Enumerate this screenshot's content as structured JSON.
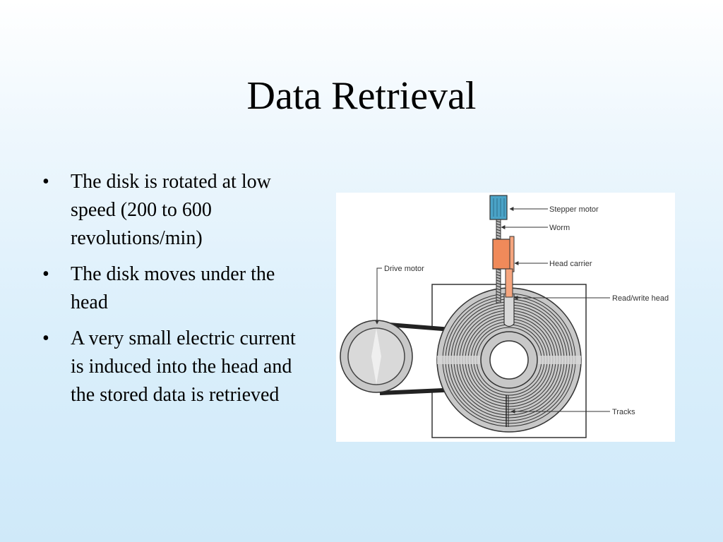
{
  "slide": {
    "title": "Data Retrieval",
    "bullet_symbol": "•",
    "bullets": [
      "The disk is rotated at low speed (200 to 600 revolutions/min)",
      "The disk moves under the head",
      "A very small electric current is induced into the head and the stored data is retrieved"
    ]
  },
  "diagram": {
    "labels": {
      "stepper_motor": "Stepper motor",
      "worm": "Worm",
      "head_carrier": "Head carrier",
      "drive_motor": "Drive motor",
      "read_write_head": "Read/write head",
      "tracks": "Tracks"
    },
    "colors": {
      "stepper_motor": "#4aa3c7",
      "head_carrier": "#f08a5a",
      "disk": "#c8c8c8",
      "outline": "#333333"
    }
  }
}
